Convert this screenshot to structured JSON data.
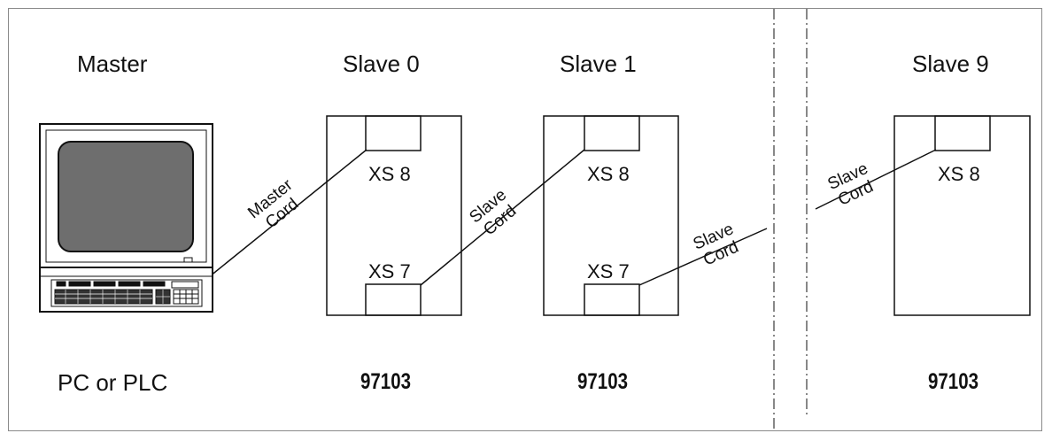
{
  "master": {
    "title": "Master",
    "device": "PC or PLC"
  },
  "slaves": [
    {
      "title": "Slave 0",
      "top_port": "XS 8",
      "bottom_port": "XS 7",
      "model": "97103"
    },
    {
      "title": "Slave 1",
      "top_port": "XS 8",
      "bottom_port": "XS 7",
      "model": "97103"
    },
    {
      "title": "Slave 9",
      "top_port": "XS 8",
      "model": "97103"
    }
  ],
  "cords": {
    "master": {
      "line1": "Master",
      "line2": "Cord"
    },
    "slave_a": {
      "line1": "Slave",
      "line2": "Cord"
    },
    "slave_b": {
      "line1": "Slave",
      "line2": "Cord"
    },
    "slave_c": {
      "line1": "Slave",
      "line2": "Cord"
    }
  },
  "colors": {
    "line": "#111111",
    "screen": "#6e6e6e",
    "frame": "#8a8a8a"
  },
  "icons": [
    "computer-terminal-icon",
    "keyboard-icon"
  ]
}
